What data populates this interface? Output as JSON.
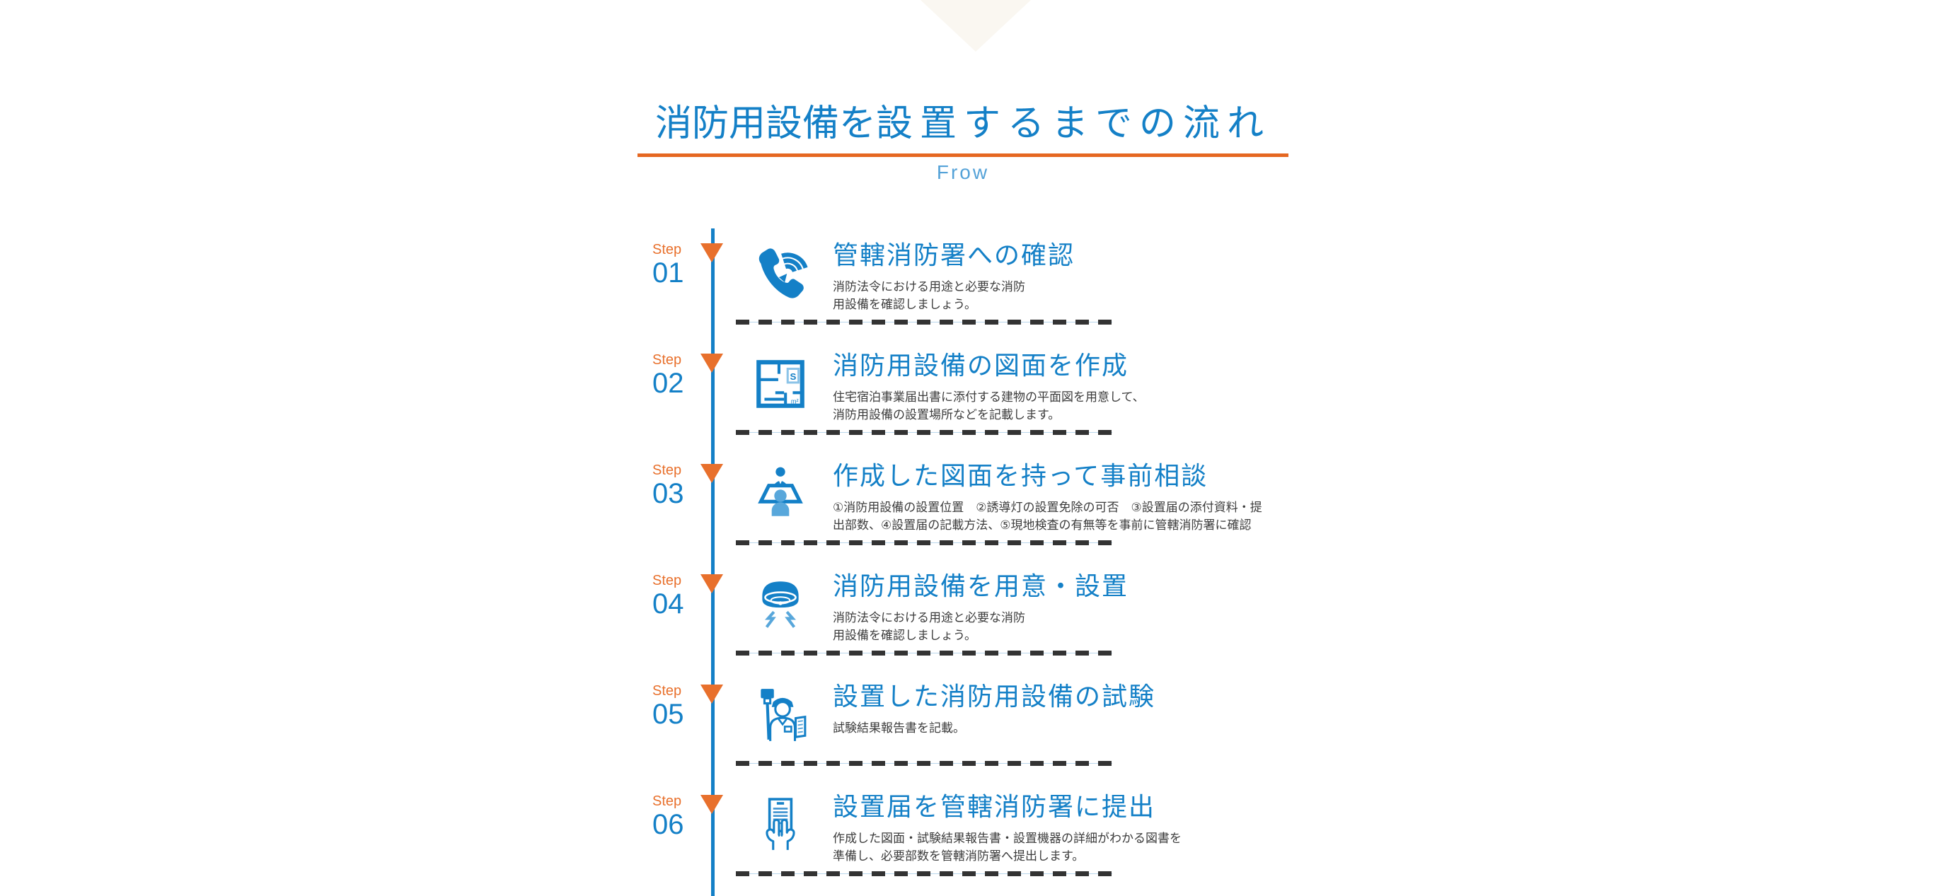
{
  "header": {
    "title_part1": "消防用設備を",
    "title_part2": "設置するまでの流れ",
    "subtitle": "Frow"
  },
  "colors": {
    "blue": "#1480c7",
    "light_blue": "#58a7db",
    "orange": "#e8702c",
    "rule_orange": "#e56721",
    "body_text": "#3c3c3c",
    "cream": "#faf7f1"
  },
  "steps": [
    {
      "label": "Step",
      "number": "01",
      "icon": "phone-call-icon",
      "heading": "管轄消防署への確認",
      "description": "消防法令における用途と必要な消防\n用設備を確認しましょう。"
    },
    {
      "label": "Step",
      "number": "02",
      "icon": "floor-plan-icon",
      "heading": "消防用設備の図面を作成",
      "description": "住宅宿泊事業届出書に添付する建物の平面図を用意して、\n消防用設備の設置場所などを記載します。"
    },
    {
      "label": "Step",
      "number": "03",
      "icon": "consultation-icon",
      "heading": "作成した図面を持って事前相談",
      "description": "①消防用設備の設置位置　②誘導灯の設置免除の可否　③設置届の添付資料・提\n出部数、④設置届の記載方法、⑤現地検査の有無等を事前に管轄消防署に確認"
    },
    {
      "label": "Step",
      "number": "04",
      "icon": "smoke-detector-icon",
      "heading": "消防用設備を用意・設置",
      "description": "消防法令における用途と必要な消防\n用設備を確認しましょう。"
    },
    {
      "label": "Step",
      "number": "05",
      "icon": "equipment-test-icon",
      "heading": "設置した消防用設備の試験",
      "description": "試験結果報告書を記載。"
    },
    {
      "label": "Step",
      "number": "06",
      "icon": "submit-documents-icon",
      "heading": "設置届を管轄消防署に提出",
      "description": "作成した図面・試験結果報告書・設置機器の詳細がわかる図書を\n準備し、必要部数を管轄消防署へ提出します。"
    }
  ]
}
